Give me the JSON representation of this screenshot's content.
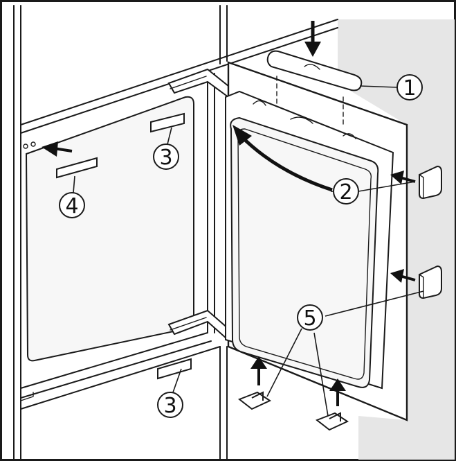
{
  "colors": {
    "outline": "#1a1a1a",
    "shade": "#e6e6e6",
    "panel": "#f7f7f7",
    "white": "#ffffff",
    "arrow": "#111111"
  },
  "callouts": [
    {
      "id": "c1",
      "label": "1",
      "part": "top-cover"
    },
    {
      "id": "c2",
      "label": "2",
      "part": "door-seal"
    },
    {
      "id": "c3a",
      "label": "3",
      "part": "hinge-cover-upper"
    },
    {
      "id": "c3b",
      "label": "3",
      "part": "hinge-cover-lower"
    },
    {
      "id": "c4",
      "label": "4",
      "part": "housing-cover"
    },
    {
      "id": "c5",
      "label": "5",
      "part": "side-caps-and-feet"
    }
  ]
}
